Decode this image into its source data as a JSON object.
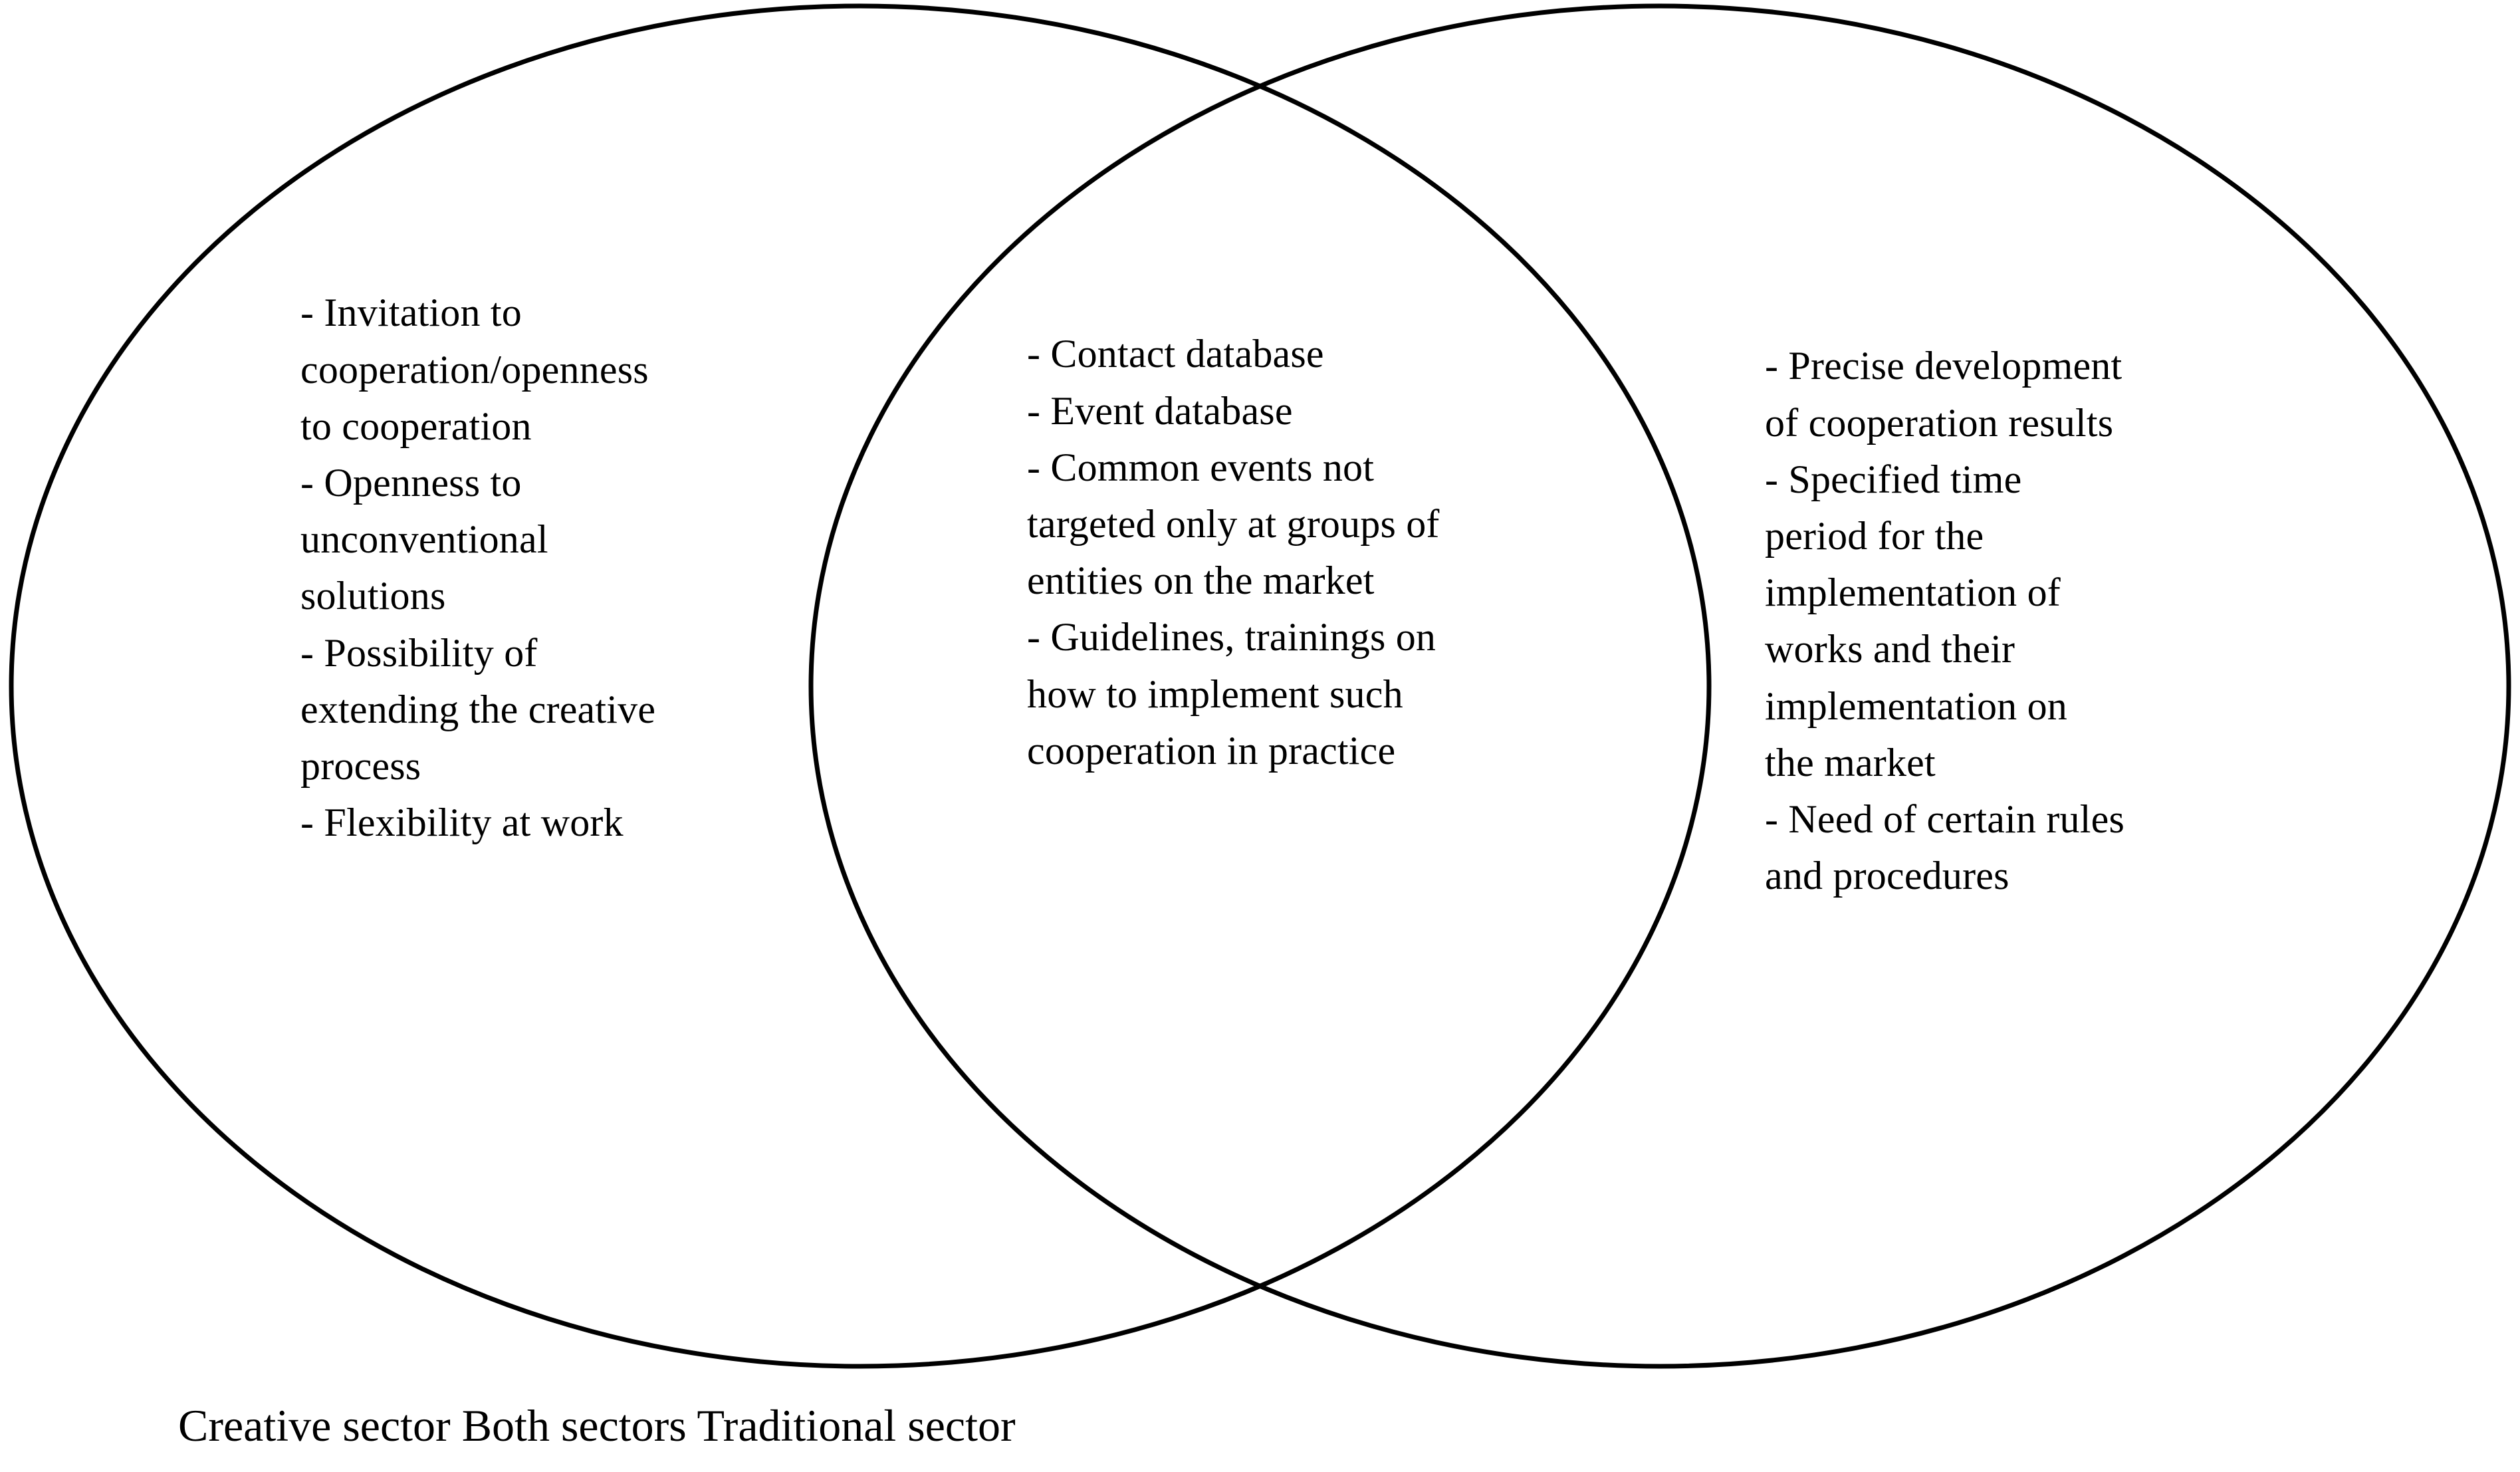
{
  "diagram": {
    "type": "venn",
    "background_color": "#ffffff",
    "stroke_color": "#000000",
    "text_color": "#000000",
    "left_circle": {
      "name": "creative-sector",
      "items": [
        "- Invitation to cooperation/openness to cooperation",
        "- Openness to unconventional solutions",
        "- Possibility of extending the creative process",
        "- Flexibility at work"
      ],
      "text": "- Invitation to\ncooperation/openness\nto cooperation\n- Openness to\nunconventional\nsolutions\n- Possibility of\nextending the creative\nprocess\n- Flexibility at work"
    },
    "intersection": {
      "name": "both-sectors",
      "items": [
        "- Contact database",
        "- Event database",
        "- Common events not targeted only at groups of entities on the market",
        "- Guidelines, trainings on how to implement such cooperation in practice"
      ],
      "text": "- Contact database\n- Event database\n- Common events not\ntargeted only at groups of\nentities on the market\n- Guidelines, trainings on\nhow to implement such\ncooperation in practice"
    },
    "right_circle": {
      "name": "traditional-sector",
      "items": [
        "- Precise development of cooperation results",
        "- Specified time period for the implementation of works and their implementation on the market",
        "- Need of certain rules and procedures"
      ],
      "text": "- Precise development\nof cooperation results\n- Specified time\nperiod for the\nimplementation of\nworks and their\nimplementation on\nthe market\n- Need of certain rules\nand procedures"
    },
    "caption": "Creative sector Both sectors Traditional sector",
    "caption_labels": [
      "Creative sector",
      "Both sectors",
      "Traditional sector"
    ]
  }
}
